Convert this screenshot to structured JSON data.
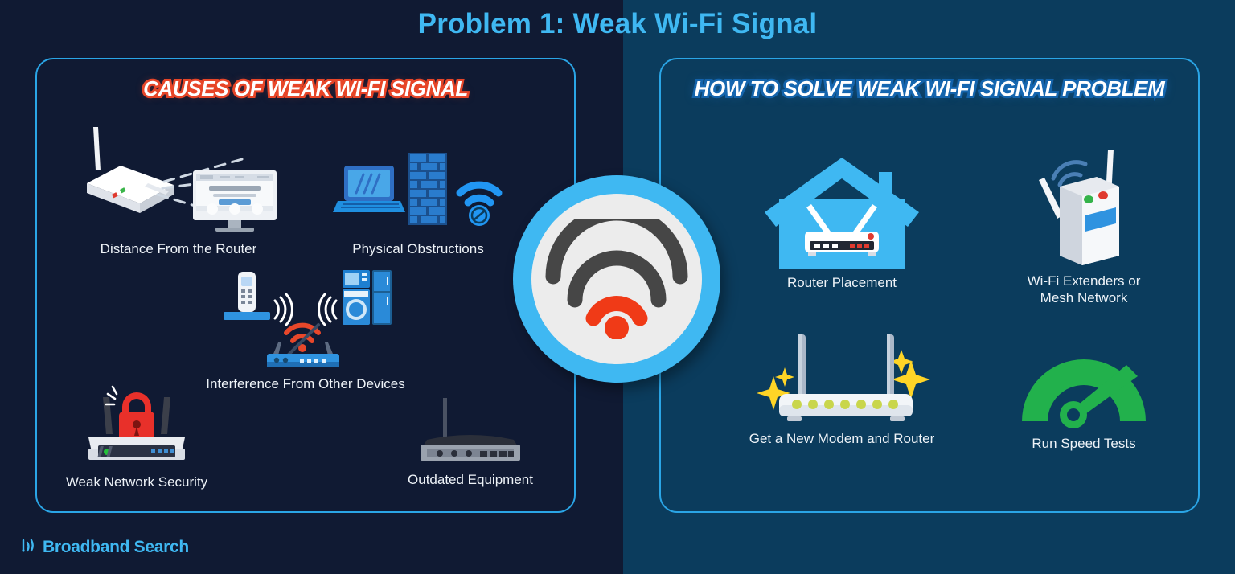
{
  "page": {
    "title": "Problem 1: Weak Wi-Fi Signal",
    "bg_left_color": "#101a33",
    "bg_right_color": "#0b3c5d",
    "accent_color": "#3fb8f2",
    "danger_color": "#e8472a",
    "success_color": "#22b14c"
  },
  "causes": {
    "heading": "CAUSES OF WEAK WI-FI SIGNAL",
    "items": [
      {
        "label": "Distance From the Router",
        "icon": "router-to-monitor-icon"
      },
      {
        "label": "Physical Obstructions",
        "icon": "laptop-brickwall-blocked-wifi-icon"
      },
      {
        "label": "Interference From Other Devices",
        "icon": "phone-router-appliances-icon"
      },
      {
        "label": "Weak Network Security",
        "icon": "broken-padlock-router-icon"
      },
      {
        "label": "Outdated Equipment",
        "icon": "old-router-icon"
      }
    ]
  },
  "solutions": {
    "heading": "HOW TO SOLVE WEAK WI-FI SIGNAL PROBLEM",
    "items": [
      {
        "label": "Router Placement",
        "icon": "house-with-router-icon"
      },
      {
        "label": "Wi-Fi Extenders or\nMesh Network",
        "icon": "wifi-extender-icon"
      },
      {
        "label": "Get a New Modem and Router",
        "icon": "new-router-sparkles-icon"
      },
      {
        "label": "Run Speed Tests",
        "icon": "speedometer-gauge-icon"
      }
    ]
  },
  "center": {
    "icon": "weak-wifi-signal-icon",
    "ring_color": "#3fb8f2",
    "disc_color": "#ececec",
    "arc_color": "#464646",
    "weak_arc_color": "#f03a17"
  },
  "footer": {
    "brand": "Broadband Search",
    "icon": "broadband-search-wifi-logo-icon"
  }
}
